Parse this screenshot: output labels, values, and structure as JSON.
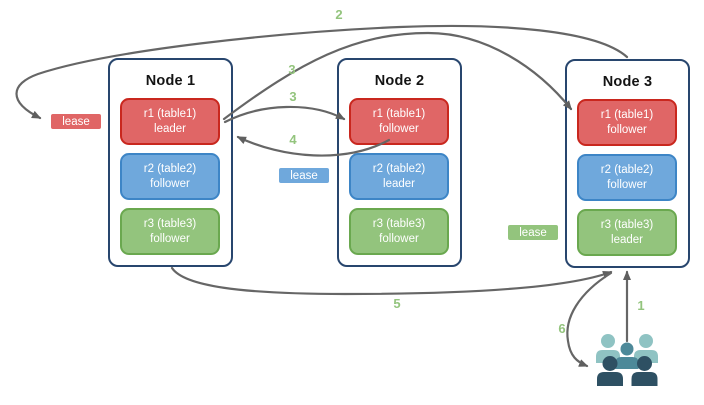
{
  "nodes": [
    {
      "title": "Node 1",
      "replicas": [
        {
          "name": "r1 (table1)",
          "role": "leader",
          "color": "red"
        },
        {
          "name": "r2 (table2)",
          "role": "follower",
          "color": "blue"
        },
        {
          "name": "r3 (table3)",
          "role": "follower",
          "color": "green"
        }
      ]
    },
    {
      "title": "Node 2",
      "replicas": [
        {
          "name": "r1 (table1)",
          "role": "follower",
          "color": "red"
        },
        {
          "name": "r2 (table2)",
          "role": "leader",
          "color": "blue"
        },
        {
          "name": "r3 (table3)",
          "role": "follower",
          "color": "green"
        }
      ]
    },
    {
      "title": "Node 3",
      "replicas": [
        {
          "name": "r1 (table1)",
          "role": "follower",
          "color": "red"
        },
        {
          "name": "r2 (table2)",
          "role": "follower",
          "color": "blue"
        },
        {
          "name": "r3 (table3)",
          "role": "leader",
          "color": "green"
        }
      ]
    }
  ],
  "leases": [
    {
      "label": "lease",
      "color": "red"
    },
    {
      "label": "lease",
      "color": "blue"
    },
    {
      "label": "lease",
      "color": "green"
    }
  ],
  "steps": {
    "s1": "1",
    "s2": "2",
    "s3a": "3",
    "s3b": "3",
    "s4": "4",
    "s5": "5",
    "s6": "6"
  },
  "icons": {
    "users": "users-icon"
  },
  "colors": {
    "red_fill": "#e06666",
    "red_border": "#c9271e",
    "blue_fill": "#6fa8dc",
    "blue_border": "#3d85c6",
    "green_fill": "#93c47d",
    "green_border": "#6aa84f",
    "node_border": "#28466e",
    "arrow": "#666666",
    "step_label": "#93c47d",
    "users_light": "#8fc3c3",
    "users_mid": "#4d8999",
    "users_dark": "#2e5063"
  }
}
